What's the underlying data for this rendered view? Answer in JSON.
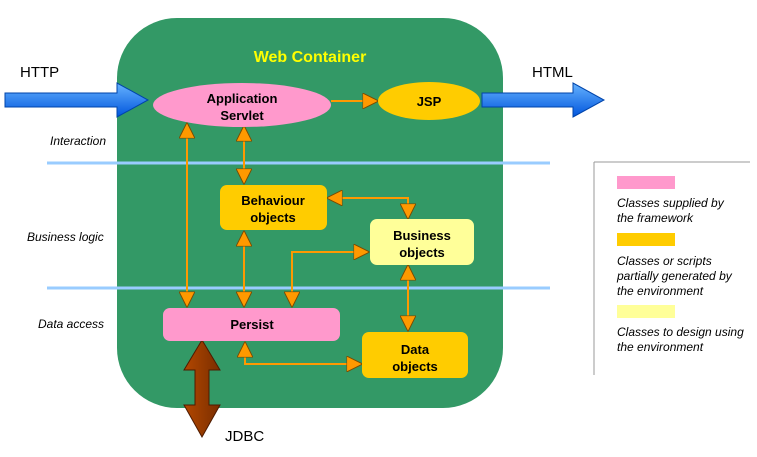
{
  "container": {
    "title": "Web Container"
  },
  "io": {
    "http": "HTTP",
    "html": "HTML",
    "jdbc": "JDBC"
  },
  "layers": [
    "Interaction",
    "Business logic",
    "Data access"
  ],
  "components": {
    "app_servlet": [
      "Application",
      "Servlet"
    ],
    "jsp": "JSP",
    "behaviour": [
      "Behaviour",
      "objects"
    ],
    "business": [
      "Business",
      "objects"
    ],
    "persist": "Persist",
    "data": [
      "Data",
      "objects"
    ]
  },
  "legend": {
    "items": [
      {
        "color": "#ff99cc",
        "lines": [
          "Classes supplied by",
          "the framework"
        ]
      },
      {
        "color": "#ffcc00",
        "lines": [
          "Classes or scripts",
          "partially generated by",
          "the environment"
        ]
      },
      {
        "color": "#ffff99",
        "lines": [
          "Classes to design using",
          "the environment"
        ]
      }
    ]
  },
  "colors": {
    "container": "#339966",
    "framework": "#ff99cc",
    "generated": "#ffcc00",
    "designed": "#ffff99",
    "flow_arrow": "#1f7fff",
    "jdbc_arrow": "#993300",
    "link_arrow": "#ff9900",
    "layer_line": "#99ccff"
  }
}
